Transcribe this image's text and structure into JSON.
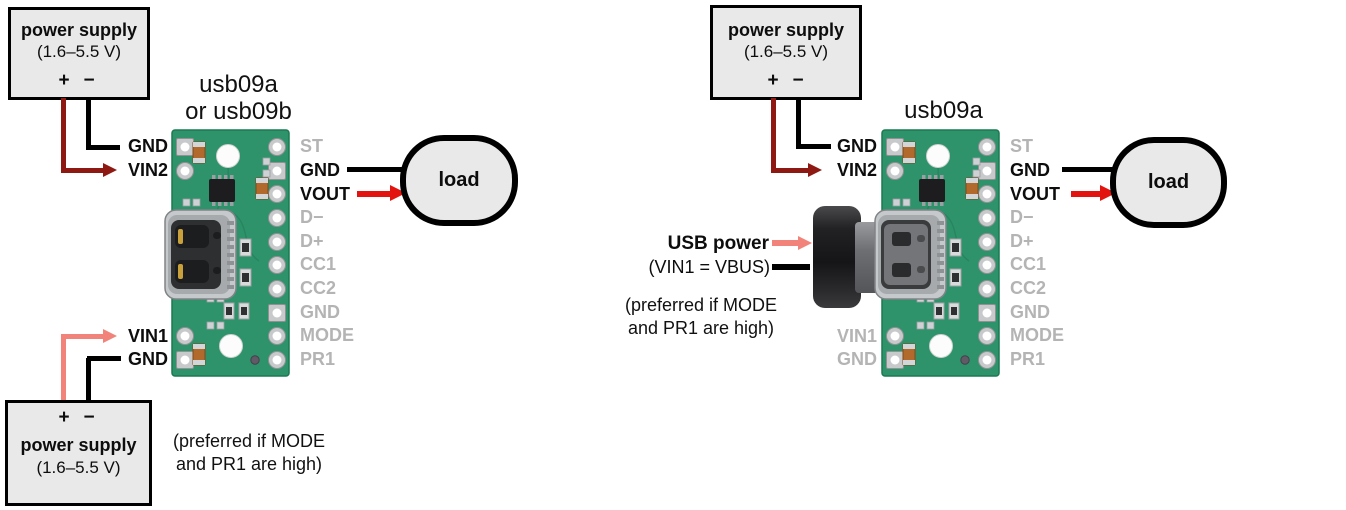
{
  "colors": {
    "wire_black": "#000000",
    "wire_dark_red": "#8e1812",
    "wire_red": "#e31410",
    "wire_pink": "#f2837b",
    "box_fill": "#e9e9e9",
    "pcb_green": "#2e936b",
    "muted_label_gray": "#b4b4b4"
  },
  "left_diagram": {
    "title_line1": "usb09a",
    "title_line2": "or usb09b",
    "top_supply": {
      "name": "power supply",
      "range": "(1.6–5.5 V)",
      "plus": "+",
      "minus": "−"
    },
    "bottom_supply": {
      "name": "power supply",
      "range": "(1.6–5.5 V)",
      "plus": "+",
      "minus": "−"
    },
    "pins_left": [
      {
        "label": "GND"
      },
      {
        "label": "VIN2"
      },
      {
        "label": "VIN1"
      },
      {
        "label": "GND"
      }
    ],
    "pins_right": [
      {
        "label": "ST"
      },
      {
        "label": "GND"
      },
      {
        "label": "VOUT"
      },
      {
        "label": "D−"
      },
      {
        "label": "D+"
      },
      {
        "label": "CC1"
      },
      {
        "label": "CC2"
      },
      {
        "label": "GND"
      },
      {
        "label": "MODE"
      },
      {
        "label": "PR1"
      }
    ],
    "load_label": "load",
    "note_line1": "(preferred if MODE",
    "note_line2": "and PR1 are high)"
  },
  "right_diagram": {
    "title": "usb09a",
    "top_supply": {
      "name": "power supply",
      "range": "(1.6–5.5 V)",
      "plus": "+",
      "minus": "−"
    },
    "usb_power_label": "USB power",
    "usb_power_sub": "(VIN1 = VBUS)",
    "pins_left": [
      {
        "label": "GND"
      },
      {
        "label": "VIN2"
      },
      {
        "label": "VIN1"
      },
      {
        "label": "GND"
      }
    ],
    "pins_right": [
      {
        "label": "ST"
      },
      {
        "label": "GND"
      },
      {
        "label": "VOUT"
      },
      {
        "label": "D−"
      },
      {
        "label": "D+"
      },
      {
        "label": "CC1"
      },
      {
        "label": "CC2"
      },
      {
        "label": "GND"
      },
      {
        "label": "MODE"
      },
      {
        "label": "PR1"
      }
    ],
    "load_label": "load",
    "note_line1": "(preferred if MODE",
    "note_line2": "and PR1 are high)"
  }
}
